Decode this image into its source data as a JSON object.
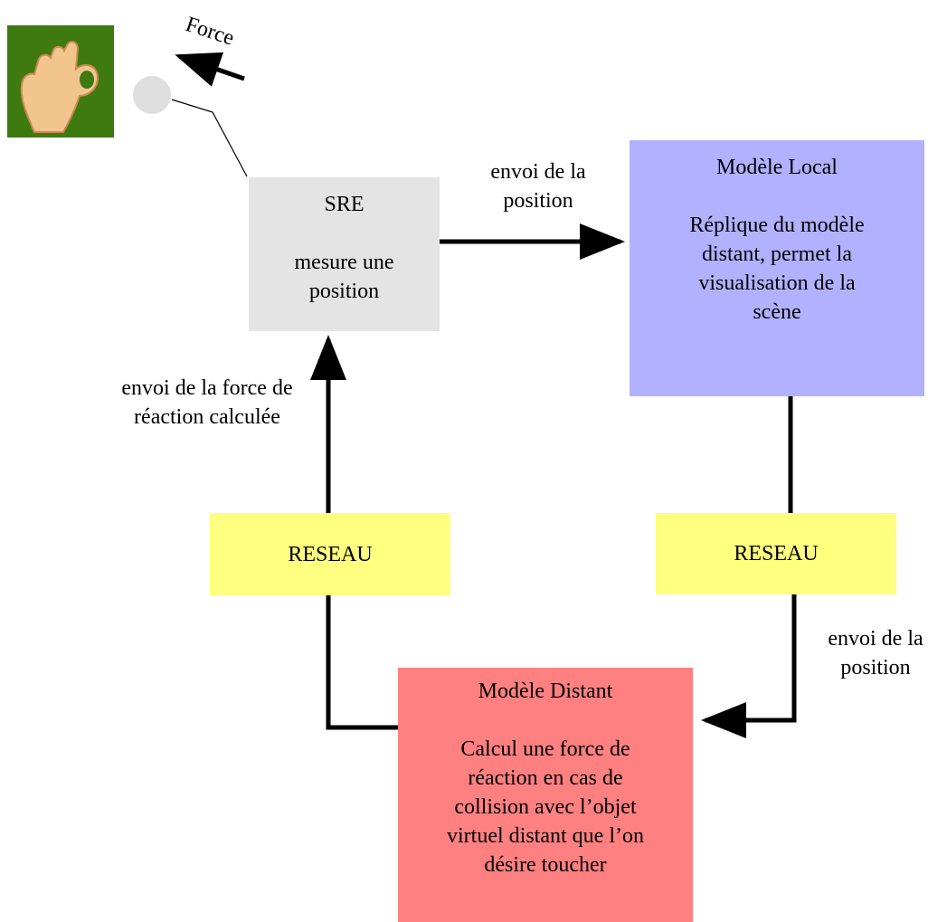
{
  "force_label": "Force",
  "sre": {
    "title": "SRE",
    "line1": "mesure une",
    "line2": "position"
  },
  "local": {
    "title": "Modèle Local",
    "line1": "Réplique du modèle",
    "line2": "distant, permet la",
    "line3": "visualisation de la",
    "line4": "scène"
  },
  "distant": {
    "title": "Modèle Distant",
    "line1": "Calcul une force de",
    "line2": "réaction en cas de",
    "line3": "collision avec l’objet",
    "line4": "virtuel distant que l’on",
    "line5": "désire toucher"
  },
  "reseau_left": "RESEAU",
  "reseau_right": "RESEAU",
  "edge_top": {
    "line1": "envoi de la",
    "line2": "position"
  },
  "edge_left": {
    "line1": "envoi de la force de",
    "line2": "réaction calculée"
  },
  "edge_right": {
    "line1": "envoi de la",
    "line2": "position"
  },
  "colors": {
    "sre": "#e4e4e4",
    "local": "#b1b1ff",
    "distant": "#ff8080",
    "reseau": "#ffff80",
    "hand_bg": "#3e7a0f"
  }
}
